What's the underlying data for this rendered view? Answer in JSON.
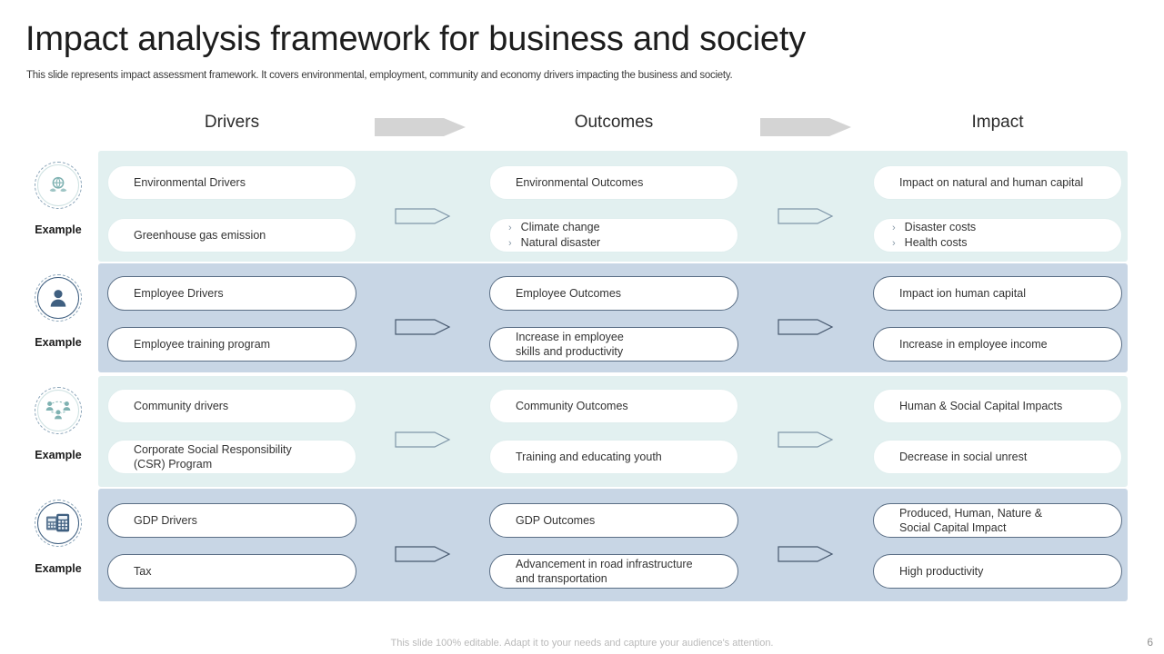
{
  "header": {
    "title": "Impact analysis  framework for business and society",
    "subtitle": "This slide represents impact assessment framework. It covers environmental, employment, community and economy drivers impacting the business and society."
  },
  "columns": {
    "drivers": "Drivers",
    "outcomes": "Outcomes",
    "impact": "Impact"
  },
  "example_label": "Example",
  "colors": {
    "band_teal": "#e2f0f0",
    "band_blue": "#c8d6e5",
    "header_arrow": "#d4d4d4",
    "card_border_blue": "#5a6e85",
    "card_border_teal": "#dfeeee",
    "title": "#1d1d1d"
  },
  "bullet_marker": "›",
  "rows": [
    {
      "theme": "teal",
      "icon": "eco-globe-leaf-icon",
      "example": "Example",
      "driver_title": "Environmental  Drivers",
      "driver_example": "Greenhouse gas emission",
      "outcome_title": "Environmental  Outcomes",
      "outcome_bullets": [
        "Climate change",
        "Natural disaster"
      ],
      "outcome_example": null,
      "impact_title": "Impact on natural and human capital",
      "impact_bullets": [
        "Disaster costs",
        "Health costs"
      ],
      "impact_example": null
    },
    {
      "theme": "blue",
      "icon": "person-user-icon",
      "example": "Example",
      "driver_title": "Employee Drivers",
      "driver_example": "Employee training program",
      "outcome_title": "Employee Outcomes",
      "outcome_bullets": null,
      "outcome_example": "Increase in employee\nskills and productivity",
      "impact_title": "Impact ion human capital",
      "impact_bullets": null,
      "impact_example": "Increase in employee income"
    },
    {
      "theme": "teal",
      "icon": "community-people-group-icon",
      "example": "Example",
      "driver_title": "Community drivers",
      "driver_example": "Corporate  Social Responsibility\n(CSR) Program",
      "outcome_title": "Community Outcomes",
      "outcome_bullets": null,
      "outcome_example": "Training  and educating youth",
      "impact_title": "Human & Social Capital Impacts",
      "impact_bullets": null,
      "impact_example": "Decrease in social unrest"
    },
    {
      "theme": "blue",
      "icon": "calculator-finance-icon",
      "example": "Example",
      "driver_title": "GDP Drivers",
      "driver_example": "Tax",
      "outcome_title": "GDP Outcomes",
      "outcome_bullets": null,
      "outcome_example": "Advancement  in road infrastructure\nand transportation",
      "impact_title": "Produced, Human, Nature &\nSocial Capital Impact",
      "impact_bullets": null,
      "impact_example": "High productivity"
    }
  ],
  "footer": {
    "note": "This slide 100% editable. Adapt it to your needs and capture your audience's attention.",
    "page_number": "6"
  }
}
